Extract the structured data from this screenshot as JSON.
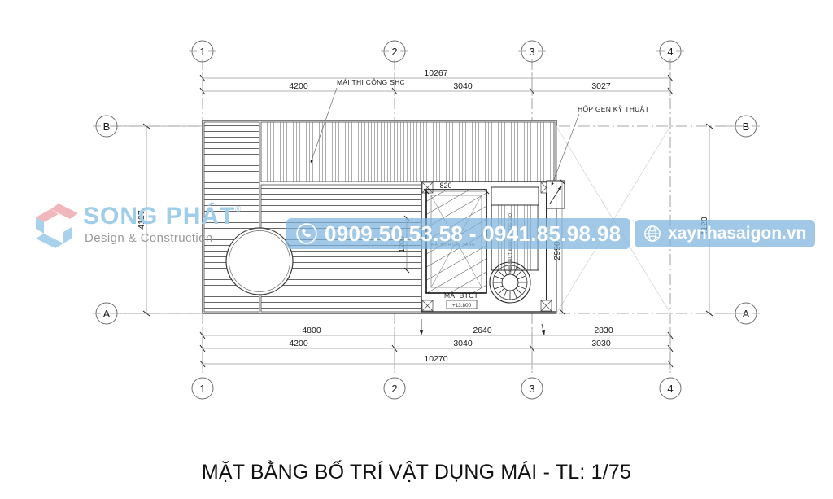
{
  "sheet": {
    "title": "MẶT BẰNG BỐ TRÍ VẬT DỤNG MÁI - TL: 1/75",
    "scale_label": "TL: 1/75",
    "background": "#ffffff",
    "line_color": "#1a1a1a"
  },
  "watermarks": {
    "logo": {
      "brand": "SONG PHÁT",
      "tagline": "Design & Construction",
      "registered_mark": "®",
      "brand_color": "#9fcdea",
      "accent_color": "#f0b8bd",
      "tagline_color": "#9a9a9a",
      "icon": "song-phat-logo-icon"
    },
    "phone": {
      "text": "0909.50.53.58 - 0941.85.98.98",
      "icon": "phone-icon",
      "bar_color": "#7db4de",
      "text_color": "#ffffff"
    },
    "website": {
      "text": "xaynhasaigon.vn",
      "icon": "globe-icon",
      "bar_color": "#7db4de",
      "text_color": "#ffffff"
    }
  },
  "grid_bubbles": {
    "vertical_top": [
      "1",
      "2",
      "3",
      "4"
    ],
    "vertical_bottom": [
      "1",
      "2",
      "3",
      "4"
    ],
    "horizontal_left": [
      "B",
      "A"
    ],
    "horizontal_right": [
      "B",
      "A"
    ]
  },
  "dimensions": {
    "top_outer_total": "10267",
    "top_chain": [
      "4200",
      "3040",
      "3027"
    ],
    "bottom_chain_upper": [
      "4800",
      "2640",
      "2830"
    ],
    "bottom_chain_lower": [
      "4200",
      "3040",
      "3030"
    ],
    "bottom_outer_total": "10270",
    "left_vertical": "4127",
    "right_vertical": "4120",
    "inner_vertical_left": "1200",
    "inner_vertical_right": "2990",
    "detail_width": "820"
  },
  "annotations": [
    {
      "id": "roof-construction-note",
      "text": "MÁI  THI CÔNG SHC"
    },
    {
      "id": "technical-shaft-note",
      "text": "HỘP GEN KỸ THUẬT"
    },
    {
      "id": "glass-roof-note",
      "text": "MÁI KÍNH LẤY SÁNG"
    },
    {
      "id": "louver-note",
      "text": "VÁCH HÚT KHÓI THÔNG GIÓ"
    },
    {
      "id": "concrete-roof-note",
      "text": "MÁI BTCT"
    }
  ],
  "elevation_marker": {
    "value": "+13.800"
  },
  "elements": [
    {
      "id": "water-tank",
      "name": "water-tank-circle"
    },
    {
      "id": "exhaust-fan",
      "name": "exhaust-fan-circle"
    },
    {
      "id": "glass-skylight",
      "name": "glass-skylight-panel"
    },
    {
      "id": "louver-panel",
      "name": "louver-vent-panel"
    },
    {
      "id": "roof-slab",
      "name": "concrete-roof-slab"
    }
  ]
}
